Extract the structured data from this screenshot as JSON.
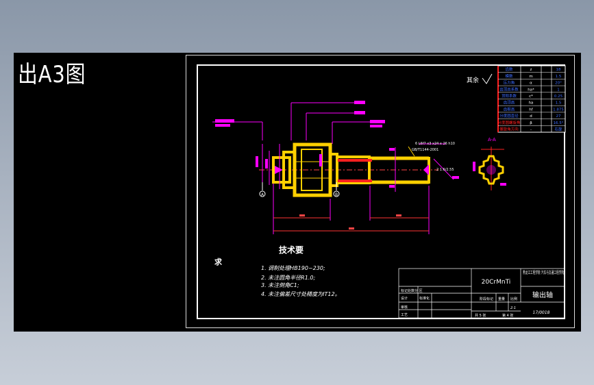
{
  "sheet": {
    "title": "出A3图"
  },
  "drawing": {
    "tech_req_heading": "技术要",
    "tech_req_heading_tail": "求",
    "tech_requirements": [
      "1. 调制处理HB190~230;",
      "2. 未注圆角半径R1.0;",
      "3. 未注倒角C1;",
      "4. 未注偏差尺寸处精度为IT12。"
    ],
    "surface_note": "其余",
    "section_label": "A-A",
    "leader_note_1": "6 L6f7 x3 x24 x 26 h10",
    "leader_note_2": "GB/T1144-2001",
    "chamfer_note": "2 1.6/2.55",
    "datum_marks": [
      "A",
      "B"
    ]
  },
  "gear_params": {
    "rows": [
      {
        "label": "齿数",
        "symbol": "z",
        "value": "18"
      },
      {
        "label": "模数",
        "symbol": "m",
        "value": "1.5"
      },
      {
        "label": "压力角",
        "symbol": "α",
        "value": "20°"
      },
      {
        "label": "齿顶高系数",
        "symbol": "ha*",
        "value": "1"
      },
      {
        "label": "顶隙系数",
        "symbol": "c*",
        "value": "0.25"
      },
      {
        "label": "齿顶高",
        "symbol": "ha",
        "value": "1.5"
      },
      {
        "label": "齿根高",
        "symbol": "hf",
        "value": "1.875"
      },
      {
        "label": "分度圆直径",
        "symbol": "d",
        "value": "27"
      },
      {
        "label": "分度圆螺旋角",
        "symbol": "β",
        "value": "16.5°"
      },
      {
        "label": "螺旋角方向",
        "symbol": "-",
        "value": "右旋"
      }
    ]
  },
  "title_block": {
    "material": "20CrMnTi",
    "school": "黑龙江工程学院 汽车与交通工程学院",
    "part_name": "输出轴",
    "drawing_number": "17/0018",
    "scale": "2:1",
    "sheet_total": "共 5 张",
    "sheet_no": "第 4 张",
    "stage_label": "阶段标记",
    "weight_label": "重量",
    "scale_label": "比例",
    "mark_label": "标记处数分  区",
    "design_label": "设计",
    "review_label": "审核",
    "process_label": "工艺",
    "std_label": "标准化"
  }
}
